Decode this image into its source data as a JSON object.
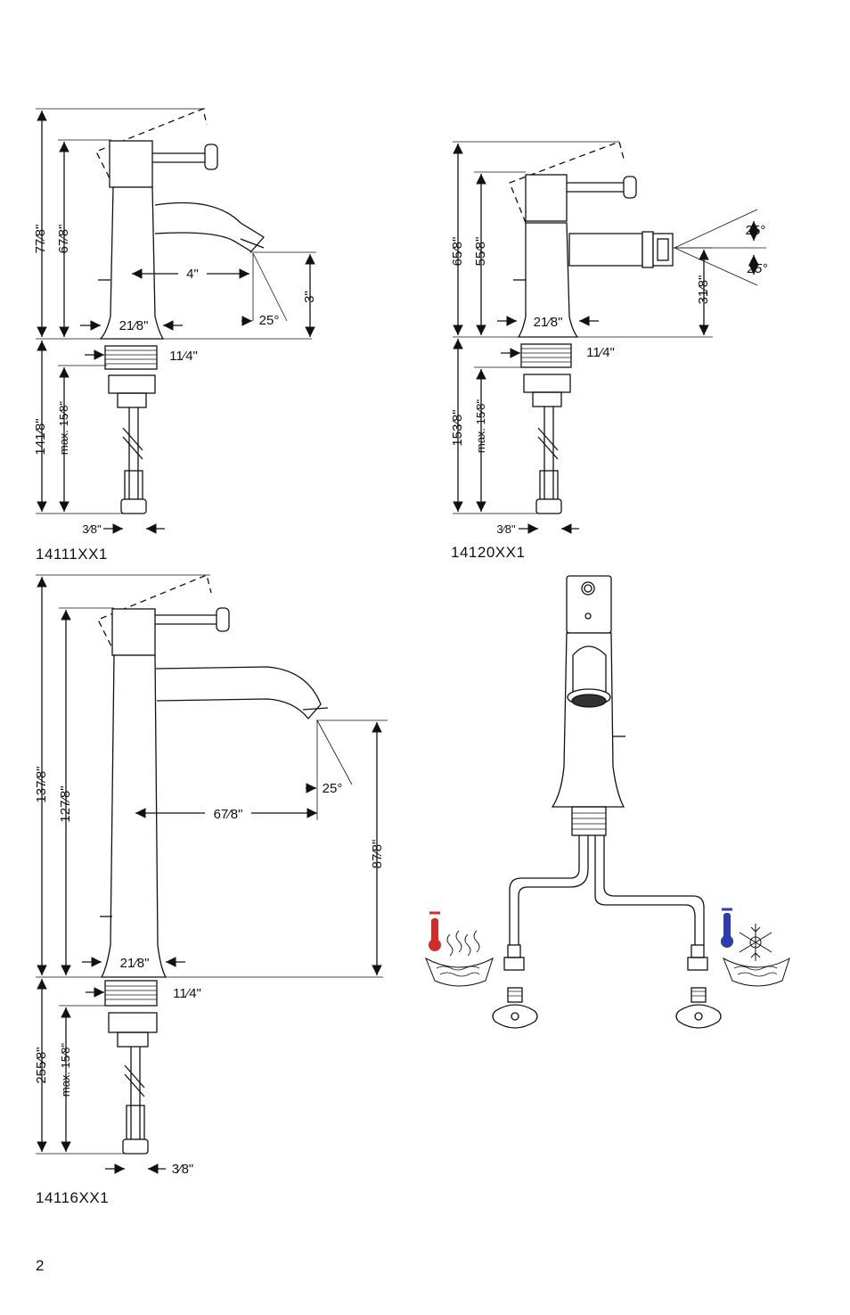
{
  "page_number": "2",
  "models": {
    "a": {
      "code": "14111XX1",
      "dims": {
        "total_height": "77⁄8\"",
        "body_height": "67⁄8\"",
        "reach": "4\"",
        "angle": "25°",
        "spout_height": "3\"",
        "base_width": "21⁄8\"",
        "shank": "11⁄4\"",
        "below_deck": "141⁄8\"",
        "deck_max": "max. 15⁄8\"",
        "connection": "3⁄8\""
      }
    },
    "b": {
      "code": "14120XX1",
      "dims": {
        "total_height": "65⁄8\"",
        "body_height": "55⁄8\"",
        "angle_up": "25°",
        "angle_down": "25°",
        "spout_height": "31⁄8\"",
        "base_width": "21⁄8\"",
        "shank": "11⁄4\"",
        "below_deck": "153⁄8\"",
        "deck_max": "max. 15⁄8\"",
        "connection": "3⁄8\""
      }
    },
    "c": {
      "code": "14116XX1",
      "dims": {
        "total_height": "137⁄8\"",
        "body_height": "127⁄8\"",
        "reach": "67⁄8\"",
        "angle": "25°",
        "spout_height": "87⁄8\"",
        "base_width": "21⁄8\"",
        "shank": "11⁄4\"",
        "below_deck": "255⁄8\"",
        "deck_max": "max. 15⁄8\"",
        "connection": "3⁄8\""
      }
    }
  },
  "icons": {
    "hot": {
      "name": "hot-water-icon",
      "color": "#d42b2b"
    },
    "cold": {
      "name": "cold-water-icon",
      "color": "#2b3db0"
    }
  }
}
